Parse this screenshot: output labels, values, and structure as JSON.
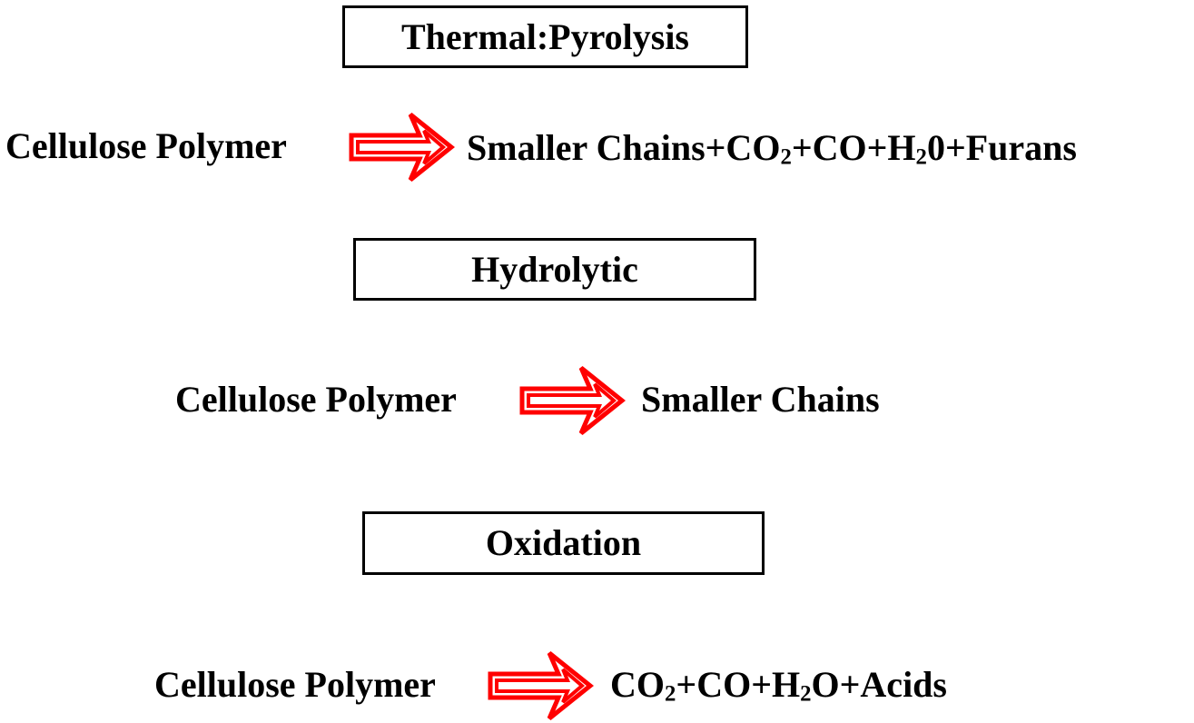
{
  "mechanisms": [
    {
      "title": "Thermal:Pyrolysis",
      "reactant": "Cellulose Polymer",
      "product_parts": {
        "a": "Smaller Chains+CO",
        "a_sub": "2",
        "b": "+CO+H",
        "b_sub": "2",
        "c": "0+Furans"
      }
    },
    {
      "title": "Hydrolytic",
      "reactant": "Cellulose Polymer",
      "product_parts": {
        "a": "Smaller Chains"
      }
    },
    {
      "title": "Oxidation",
      "reactant": "Cellulose Polymer",
      "product_parts": {
        "a": "CO",
        "a_sub": "2",
        "b": "+CO+H",
        "b_sub": "2",
        "c": "O+Acids"
      }
    }
  ],
  "colors": {
    "arrow_outline": "#ff0000",
    "arrow_fill": "#ffffff",
    "text": "#000000",
    "box_border": "#000000"
  },
  "icons": {
    "reaction_arrow": "double-outline-right-arrow-icon"
  }
}
